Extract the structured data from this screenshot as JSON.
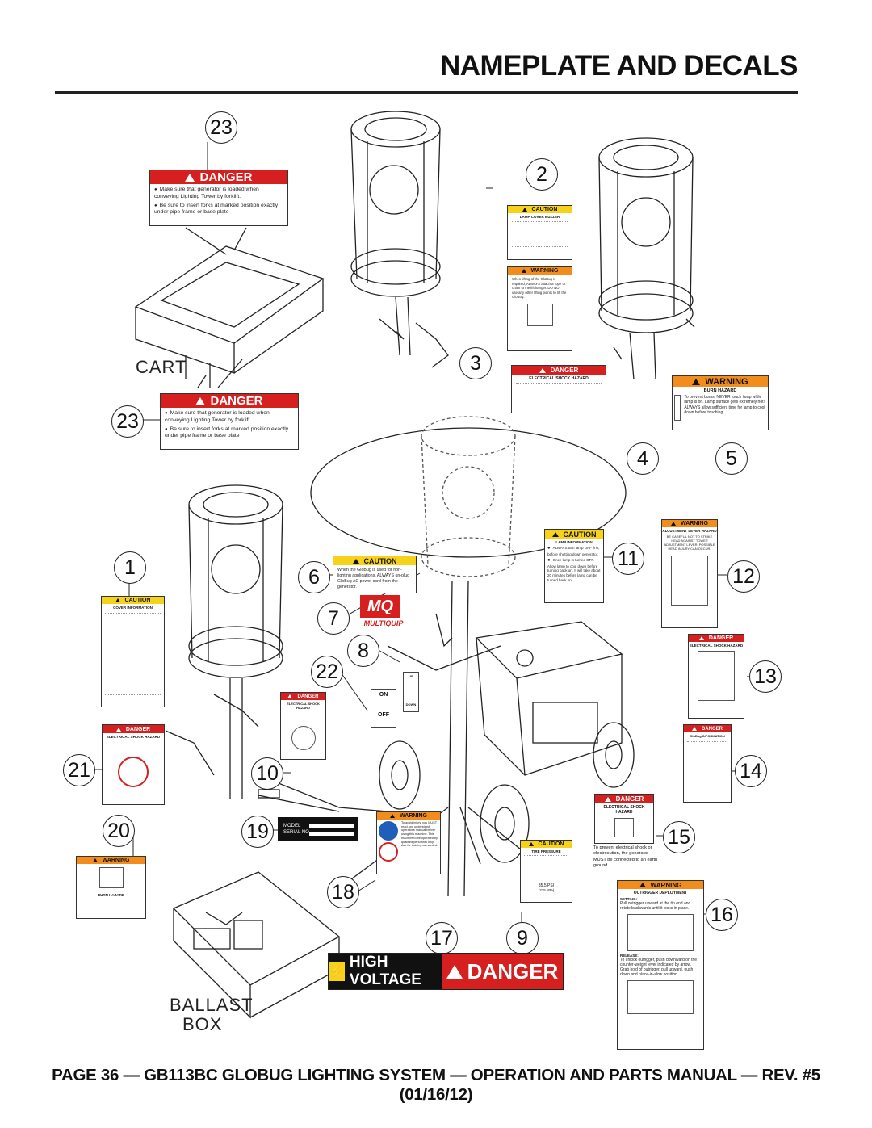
{
  "header": {
    "title": "NAMEPLATE AND DECALS"
  },
  "footer": {
    "text": "PAGE 36 — GB113BC GLOBUG LIGHTING SYSTEM — OPERATION AND PARTS MANUAL — REV. #5 (01/16/12)"
  },
  "labels": {
    "cart": "CART",
    "ballast_line1": "BALLAST",
    "ballast_line2": "BOX"
  },
  "callouts": [
    "23",
    "23",
    "2",
    "3",
    "4",
    "5",
    "1",
    "6",
    "7",
    "8",
    "22",
    "11",
    "12",
    "13",
    "21",
    "10",
    "14",
    "20",
    "19",
    "15",
    "18",
    "17",
    "9",
    "16"
  ],
  "decal_23_top": {
    "header": "DANGER",
    "line1": "Make sure that generator is loaded when conveying Lighting Tower by forklift.",
    "line2": "Be sure to insert forks at marked position exactly under pipe frame or base plate"
  },
  "decal_23_bottom": {
    "header": "DANGER",
    "line1": "Make sure that generator is loaded when conveying Lighting Tower by forklift.",
    "line2": "Be sure to insert forks at marked position exactly under pipe frame or base plate"
  },
  "decal_2": {
    "header": "CAUTION",
    "sub": "LAMP COVER BUZZER"
  },
  "decal_2w": {
    "header": "WARNING",
    "text": "When lifting of the GloBug is required, ALWAYS attach a rope or chain to the lift hanger. DO NOT use any other lifting points to lift the GloBug."
  },
  "decal_3": {
    "header": "DANGER",
    "sub": "ELECTRICAL SHOCK HAZARD"
  },
  "decal_5": {
    "header": "WARNING",
    "sub": "BURN HAZARD",
    "text": "To prevent burns, NEVER touch lamp while lamp is on. Lamp surface gets extremely hot! ALWAYS allow sufficient time for lamp to cool down before touching."
  },
  "decal_6": {
    "header": "CAUTION",
    "text": "When the GloBug is used for non-lighting applications, ALWAYS un-plug GloBug AC power cord from the generator."
  },
  "decal_11": {
    "header": "CAUTION",
    "sub": "LAMP INFORMATION",
    "line1": "ALWAYS turn lamp OFF first, before shutting down generator.",
    "line2": "Once lamp is turned OFF. Allow lamp to cool down before turning back on. It will take about 20 minutes before lamp can be turned back on."
  },
  "decal_12": {
    "header": "WARNING",
    "sub": "ADJUSTMENT LEVER HAZARD",
    "text": "BE CAREFUL NOT TO STRIKE HEAD AGAINST TOWER ADJUSTMENT LEVER. POSSIBLE HEAD INJURY CAN OCCUR."
  },
  "decal_13": {
    "header": "DANGER",
    "sub": "ELECTRICAL SHOCK HAZARD"
  },
  "decal_1": {
    "header": "CAUTION",
    "sub": "COVER INFORMATION"
  },
  "decal_21": {
    "header": "DANGER",
    "sub": "ELECTRICAL SHOCK HAZARD"
  },
  "decal_10": {
    "header": "DANGER",
    "sub": "ELECTRICAL SHOCK HAZARD"
  },
  "decal_14": {
    "header": "DANGER",
    "sub": "GloBug INFORMATION"
  },
  "decal_15": {
    "header": "DANGER",
    "sub": "ELECTRICAL SHOCK HAZARD",
    "text": "To prevent electrical shock or electrocution, the generator MUST be connected to an earth ground."
  },
  "decal_18": {
    "header": "CAUTION",
    "sub": "TIRE PRESSURE",
    "psi": "35.5 PSI",
    "kpa": "(225 kPa)"
  },
  "decal_19": {
    "model": "MODEL",
    "serial": "SERIAL NO."
  },
  "decal_20": {
    "header": "WARNING",
    "sub": "BURN HAZARD"
  },
  "decal_warning_center": {
    "header": "WARNING",
    "text": "To avoid injury, you MUST read and understand operator's manual before using this machine. This machine to be operated by qualified personnel only. Ask for training as needed."
  },
  "decal_16": {
    "header": "WARNING",
    "sub": "OUTRIGGER DEPLOYMENT",
    "setting_label": "SETTING:",
    "setting": "Pull outrigger upward at the tip end and rotate backwards until it locks in place.",
    "release_label": "RELEASE:",
    "release": "To unlock outrigger, push downward on the counter-weight lever indicated by arrow. Grab hold of outrigger, pull upward, push down and place-in-slow position."
  },
  "decal_17": {
    "left": "HIGH VOLTAGE",
    "right": "DANGER"
  },
  "switch_labels": {
    "on": "ON",
    "off": "OFF",
    "up": "UP",
    "down": "DOWN"
  },
  "logo": {
    "text": "MULTIQUIP"
  }
}
